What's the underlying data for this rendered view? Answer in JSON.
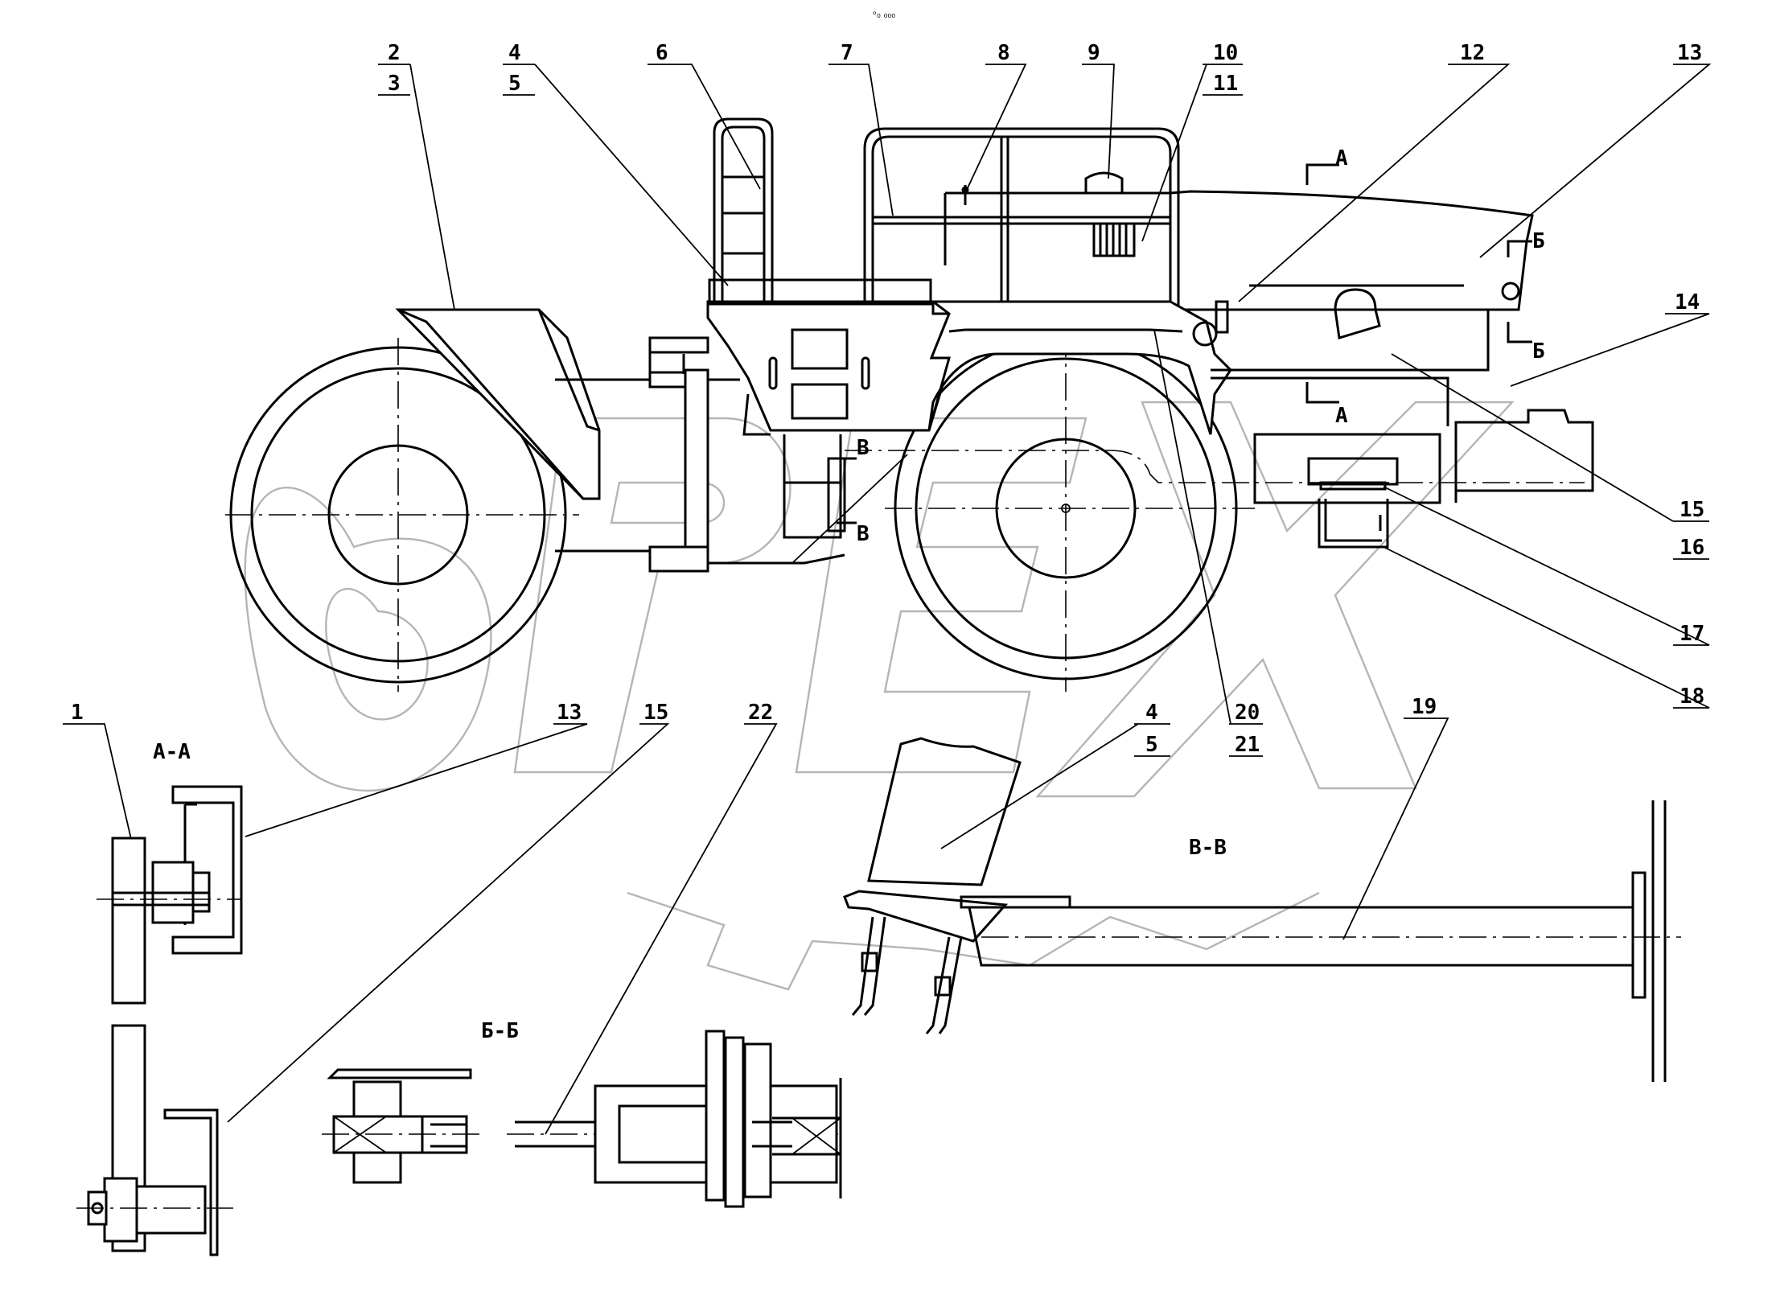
{
  "header_mark": "ᵒ₀ ₀₀₀",
  "watermark": "OPEX",
  "sections": {
    "aa": "А-А",
    "bb": "Б-Б",
    "vv": "В-В"
  },
  "cut_marks": {
    "a": "А",
    "b": "Б",
    "v": "В"
  },
  "labels": {
    "l1": "1",
    "l2": "2",
    "l3": "3",
    "l4": "4",
    "l5": "5",
    "l6": "6",
    "l7": "7",
    "l8": "8",
    "l9": "9",
    "l10": "10",
    "l11": "11",
    "l12": "12",
    "l13": "13",
    "l14": "14",
    "l15": "15",
    "l16": "16",
    "l17": "17",
    "l18": "18",
    "l19": "19",
    "l20": "20",
    "l21": "21",
    "l22": "22"
  }
}
